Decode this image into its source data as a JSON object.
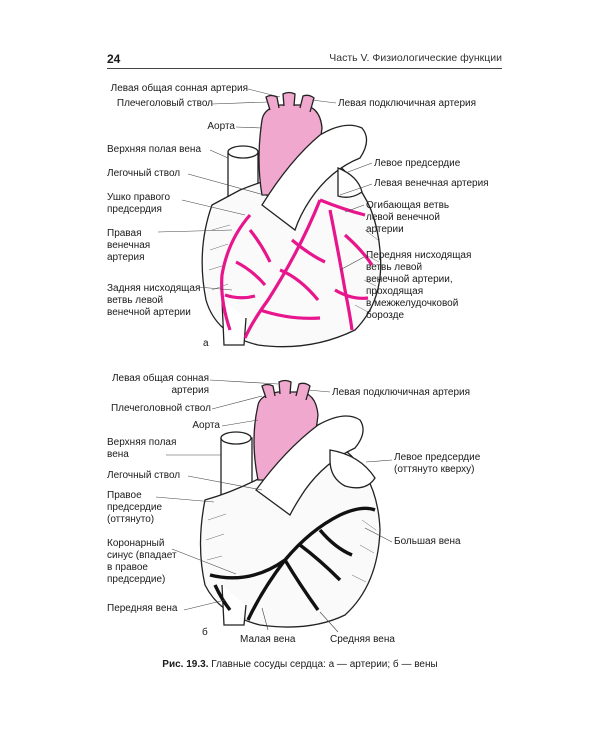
{
  "header": {
    "page_number": "24",
    "running_title": "Часть V. Физиологические функции"
  },
  "figure_a": {
    "tag": "а",
    "labels": {
      "left_common_carotid": "Левая общая сонная артерия",
      "brachiocephalic_trunk": "Плечеголовый ствол",
      "aorta": "Аорта",
      "superior_vena_cava": "Верхняя полая вена",
      "pulmonary_trunk": "Легочный ствол",
      "right_auricle": "Ушко правого\nпредсердия",
      "right_coronary_artery": "Правая\nвенечная\nартерия",
      "posterior_descending": "Задняя нисходящая\nветвь левой\nвенечной артерии",
      "left_subclavian": "Левая подключичная артерия",
      "left_atrium": "Левое предсердие",
      "left_coronary_artery": "Левая венечная артерия",
      "circumflex_branch": "Огибающая ветвь\nлевой венечной\nартерии",
      "anterior_descending": "Передняя нисходящая\nветвь левой\nвенечной артерии,\nпроходящая\nв межжелудочковой\nборозде"
    }
  },
  "figure_b": {
    "tag": "б",
    "labels": {
      "left_common_carotid": "Левая общая сонная\nартерия",
      "brachiocephalic_trunk": "Плечеголовной ствол",
      "aorta": "Аорта",
      "superior_vena_cava": "Верхняя полая\nвена",
      "pulmonary_trunk": "Легочный ствол",
      "right_atrium": "Правое\nпредсердие\n(оттянуто)",
      "coronary_sinus": "Коронарный\nсинус (впадает\nв правое\nпредсердие)",
      "anterior_vein": "Передняя вена",
      "left_subclavian": "Левая подключичная артерия",
      "left_atrium": "Левое предсердие\n(оттянуто кверху)",
      "great_vein": "Большая вена",
      "small_vein": "Малая вена",
      "middle_vein": "Средняя вена"
    }
  },
  "caption": {
    "prefix": "Рис. 19.3.",
    "text": " Главные сосуды сердца: а — артерии; б — вены"
  },
  "colors": {
    "artery": "#e8168c",
    "outline": "#222222",
    "vein": "#1a1a1a"
  }
}
